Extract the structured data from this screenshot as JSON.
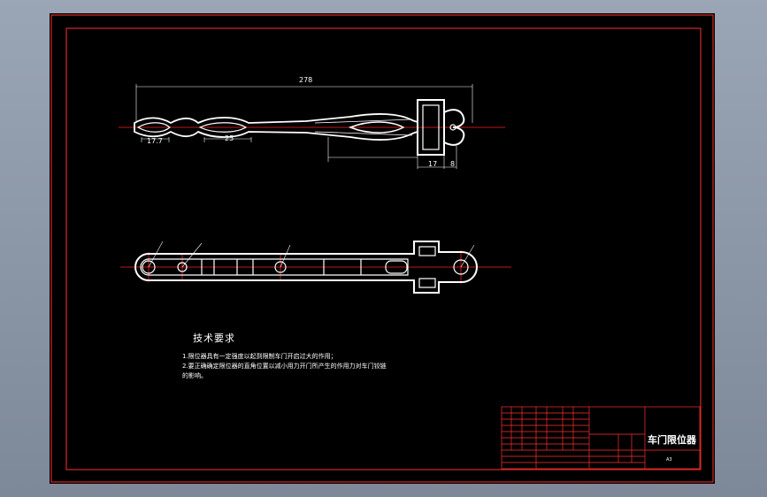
{
  "drawing": {
    "dimensions": {
      "overall_length": "278",
      "hole_length": "17.7",
      "mid_length": "25",
      "lower_length": "",
      "head_width": "17",
      "head_gap": "8"
    },
    "tech_requirements": {
      "title": "技术要求",
      "lines": [
        "1.限位器具有一定强度以起到限制车门开启过大的作用；",
        "2.要正确确定限位器的直角位置以减小用力开门所产生的作用力对车门铰链",
        "的影响。"
      ]
    },
    "title_block": {
      "part_name": "车门限位器",
      "paper_size": "A3"
    }
  },
  "colors": {
    "sheet": "#000000",
    "border": "#ff3030",
    "centerline": "#ff2020",
    "geometry": "#ffffff",
    "background": "#8f9aab"
  }
}
